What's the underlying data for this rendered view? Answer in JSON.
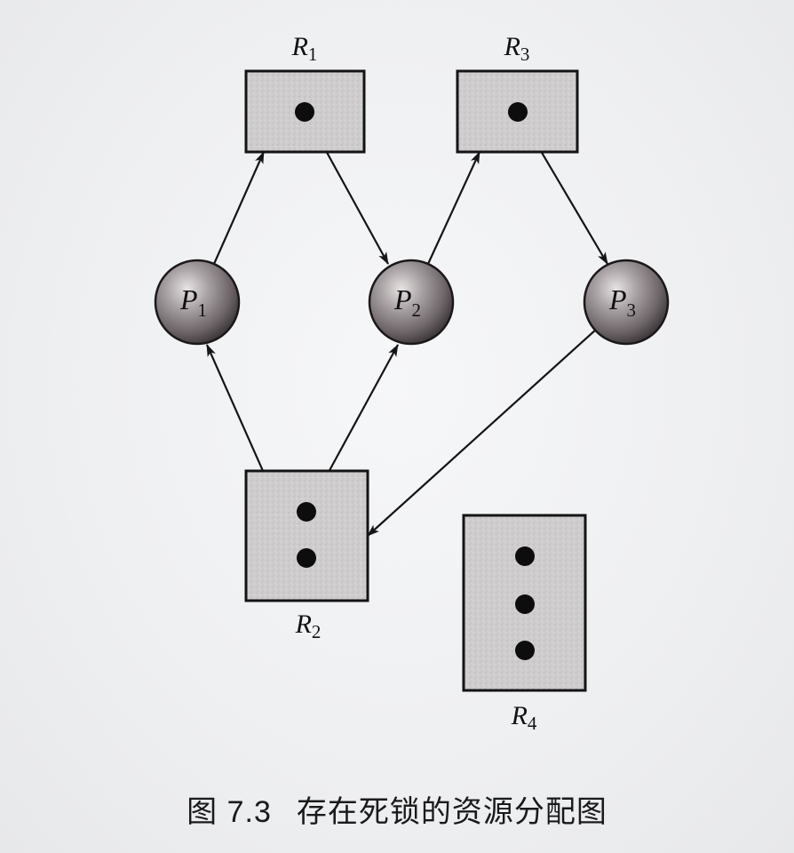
{
  "figure": {
    "caption_number": "图 7.3",
    "caption_title": "存在死锁的资源分配图"
  },
  "processes": [
    {
      "id": "P1",
      "letter": "P",
      "sub": "1"
    },
    {
      "id": "P2",
      "letter": "P",
      "sub": "2"
    },
    {
      "id": "P3",
      "letter": "P",
      "sub": "3"
    }
  ],
  "resources": [
    {
      "id": "R1",
      "letter": "R",
      "sub": "1",
      "instances": 1
    },
    {
      "id": "R2",
      "letter": "R",
      "sub": "2",
      "instances": 2
    },
    {
      "id": "R3",
      "letter": "R",
      "sub": "3",
      "instances": 1
    },
    {
      "id": "R4",
      "letter": "R",
      "sub": "4",
      "instances": 3
    }
  ],
  "edges": [
    {
      "from": "P1",
      "to": "R1",
      "kind": "request"
    },
    {
      "from": "R1",
      "to": "P2",
      "kind": "assignment"
    },
    {
      "from": "P2",
      "to": "R3",
      "kind": "request"
    },
    {
      "from": "R3",
      "to": "P3",
      "kind": "assignment"
    },
    {
      "from": "P3",
      "to": "R2",
      "kind": "request"
    },
    {
      "from": "R2",
      "to": "P1",
      "kind": "assignment"
    },
    {
      "from": "R2",
      "to": "P2",
      "kind": "assignment"
    }
  ]
}
